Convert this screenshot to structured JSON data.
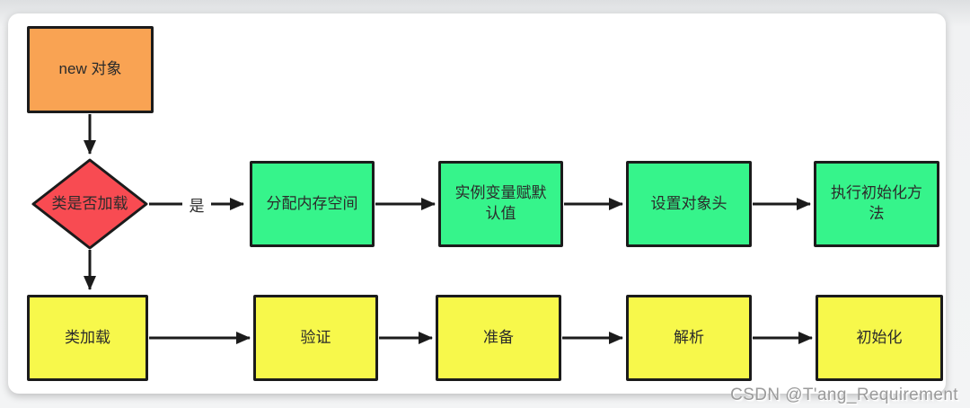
{
  "diagram": {
    "start": {
      "label": "new 对象"
    },
    "decision": {
      "label": "类是否加载"
    },
    "yes_edge_label": "是",
    "object_creation_steps": [
      {
        "label": "分配内存空间"
      },
      {
        "label": "实例变量赋默\n认值"
      },
      {
        "label": "设置对象头"
      },
      {
        "label": "执行初始化方\n法"
      }
    ],
    "class_loading_steps": [
      {
        "label": "类加载"
      },
      {
        "label": "验证"
      },
      {
        "label": "准备"
      },
      {
        "label": "解析"
      },
      {
        "label": "初始化"
      }
    ],
    "colors": {
      "start_fill": "#F9A353",
      "decision_fill": "#F84B52",
      "process_fill": "#36F48B",
      "stage_fill": "#F7F84B",
      "stroke": "#1B1B1B",
      "text": "#2B2B2B"
    }
  },
  "watermark": {
    "text": "CSDN @T'ang_Requirement",
    "color": "#9B9B9B"
  }
}
